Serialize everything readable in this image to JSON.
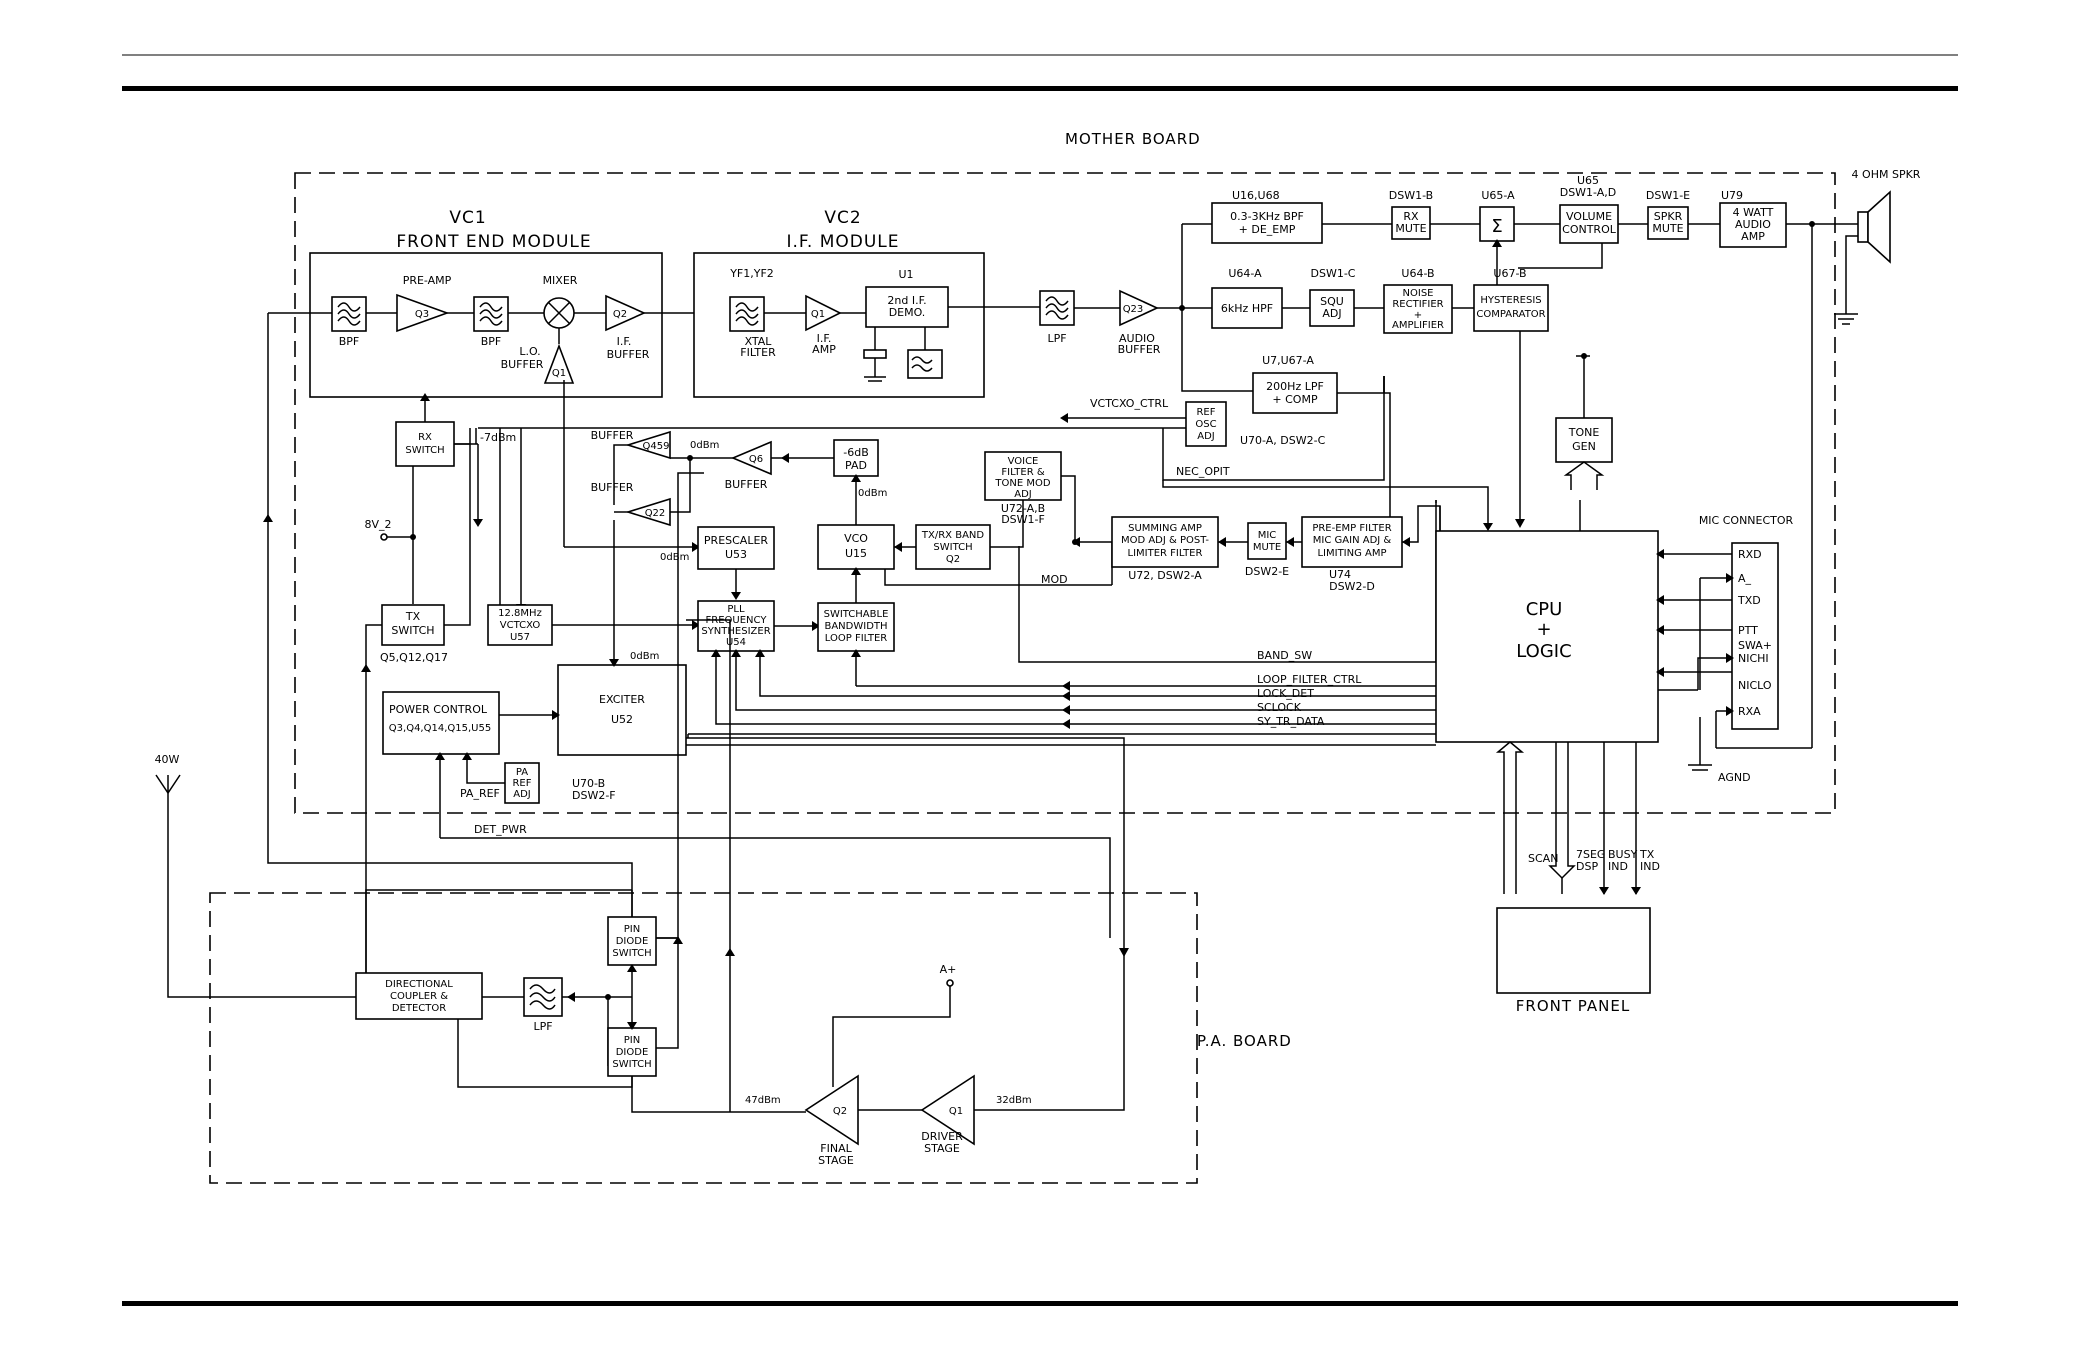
{
  "board": {
    "mother": "MOTHER BOARD",
    "pa": "P.A. BOARD",
    "front_panel": "FRONT PANEL"
  },
  "vc1": {
    "title1": "VC1",
    "title2": "FRONT END MODULE",
    "bpf_in": "BPF",
    "preamp_ref": "Q3",
    "preamp": "PRE-AMP",
    "bpf2": "BPF",
    "mixer": "MIXER",
    "lo_ref": "Q1",
    "lo": "L.O.",
    "lo2": "BUFFER",
    "if_ref": "Q2",
    "if_buf": "I.F.",
    "if_buf2": "BUFFER"
  },
  "vc2": {
    "title1": "VC2",
    "title2": "I.F. MODULE",
    "xtal_ref": "YF1,YF2",
    "xtal": "XTAL",
    "xtal2": "FILTER",
    "ifamp_ref": "Q1",
    "ifamp": "I.F.",
    "ifamp2": "AMP",
    "u1": "U1",
    "demod1": "2nd I.F.",
    "demod2": "DEMO."
  },
  "rx_audio": {
    "lpf": "LPF",
    "q23": "Q23",
    "abuf": "AUDIO",
    "abuf2": "BUFFER",
    "bpf_ref": "U16,U68",
    "bpf1": "0.3-3KHz BPF",
    "bpf2": "+ DE_EMP",
    "rxmute_ref": "DSW1-B",
    "rxmute1": "RX",
    "rxmute2": "MUTE",
    "sum_ref": "U65-A",
    "vol_ref1": "U65",
    "vol_ref2": "DSW1-A,D",
    "vol1": "VOLUME",
    "vol2": "CONTROL",
    "spk_ref": "DSW1-E",
    "spk1": "SPKR",
    "spk2": "MUTE",
    "amp_ref": "U79",
    "amp1": "4 WATT",
    "amp2": "AUDIO",
    "amp3": "AMP",
    "spkr": "4 OHM SPKR",
    "hpf_ref": "U64-A",
    "hpf": "6kHz HPF",
    "squ_ref": "DSW1-C",
    "squ1": "SQU",
    "squ2": "ADJ",
    "nr_ref": "U64-B",
    "nr1": "NOISE",
    "nr2": "RECTIFIER",
    "nr3": "+",
    "nr4": "AMPLIFIER",
    "hyst_ref": "U67-B",
    "hyst1": "HYSTERESIS",
    "hyst2": "COMPARATOR",
    "lpf200_ref": "U7,U67-A",
    "lpf200_1": "200Hz LPF",
    "lpf200_2": "+ COMP",
    "refosc1": "REF",
    "refosc2": "OSC",
    "refosc3": "ADJ",
    "refosc_ref": "U70-A, DSW2-C",
    "tone1": "TONE",
    "tone2": "GEN"
  },
  "synth": {
    "vctcxo_ctrl": "VCTCXO_CTRL",
    "rx_sw1": "RX",
    "rx_sw2": "SWITCH",
    "m7dbm": "-7dBm",
    "buffer_top": "BUFFER",
    "q459": "Q459",
    "buffer_mid": "BUFFER",
    "q22": "Q22",
    "q6": "Q6",
    "buffer_q6": "BUFFER",
    "pad1": "-6dB",
    "pad2": "PAD",
    "db0_a": "0dBm",
    "db0_b": "0dBm",
    "db0_c": "0dBm",
    "db0_d": "0dBm",
    "vf1": "VOICE",
    "vf2": "FILTER  &",
    "vf3": "TONE MOD",
    "vf4": "ADJ",
    "vf_ref1": "U72-A,B",
    "vf_ref2": "DSW1-F",
    "nec": "NEC_OPIT",
    "sv": "8V_2",
    "pres1": "PRESCALER",
    "pres2": "U53",
    "vco1": "VCO",
    "vco2": "U15",
    "txrx1": "TX/RX BAND",
    "txrx2": "SWITCH",
    "txrx3": "Q2",
    "mod": "MOD",
    "sum1": "SUMMING AMP",
    "sum2": "MOD ADJ & POST-",
    "sum3": "LIMITER FILTER",
    "sum_ref": "U72, DSW2-A",
    "mic1": "MIC",
    "mic2": "MUTE",
    "mic_ref": "DSW2-E",
    "pre1": "PRE-EMP FILTER",
    "pre2": "MIC GAIN ADJ &",
    "pre3": "LIMITING AMP",
    "pre_ref1": "U74",
    "pre_ref2": "DSW2-D",
    "txsw1": "TX",
    "txsw2": "SWITCH",
    "txsw_ref": "Q5,Q12,Q17",
    "tcx1": "12.8MHz",
    "tcx2": "VCTCXO",
    "tcx3": "U57",
    "pll1": "PLL",
    "pll2": "FREQUENCY",
    "pll3": "SYNTHESIZER",
    "pll4": "U54",
    "lf1": "SWITCHABLE",
    "lf2": "BANDWIDTH",
    "lf3": "LOOP FILTER",
    "band_sw": "BAND_SW",
    "loop_ctrl": "LOOP_FILTER_CTRL",
    "lock": "LOCK_DET",
    "sclock": "SCLOCK",
    "data": "SY_TR_DATA",
    "exc1": "EXCITER",
    "exc2": "U52",
    "pc1": "POWER CONTROL",
    "pc2": "Q3,Q4,Q14,Q15,U55",
    "pa1": "PA",
    "pa2": "REF",
    "pa3": "ADJ",
    "pa_ref": "PA_REF",
    "pa_ref2": "U70-B",
    "pa_ref3": "DSW2-F",
    "det": "DET_PWR",
    "ant": "40W"
  },
  "cpu": {
    "l1": "CPU",
    "l2": "+",
    "l3": "LOGIC"
  },
  "mic_conn": {
    "title": "MIC CONNECTOR",
    "pins": [
      "RXD",
      "A_",
      "TXD",
      "PTT",
      "SWA+",
      "NICHI",
      "NICLO",
      "RXA"
    ],
    "agnd": "AGND"
  },
  "panel_sigs": {
    "scan": "SCAN",
    "seg1": "7SEG",
    "seg2": "DSP",
    "busy1": "BUSY",
    "busy2": "IND",
    "tx1": "TX",
    "tx2": "IND"
  },
  "pa": {
    "dc1": "DIRECTIONAL",
    "dc2": "COUPLER &",
    "dc3": "DETECTOR",
    "lpf": "LPF",
    "pin_a1": "PIN",
    "pin_a2": "DIODE",
    "pin_a3": "SWITCH",
    "pin_b1": "PIN",
    "pin_b2": "DIODE",
    "pin_b3": "SWITCH",
    "aplus": "A+",
    "q2": "Q2",
    "q1": "Q1",
    "db47": "47dBm",
    "db32": "32dBm",
    "final1": "FINAL",
    "final2": "STAGE",
    "driver1": "DRIVER",
    "driver2": "STAGE"
  }
}
